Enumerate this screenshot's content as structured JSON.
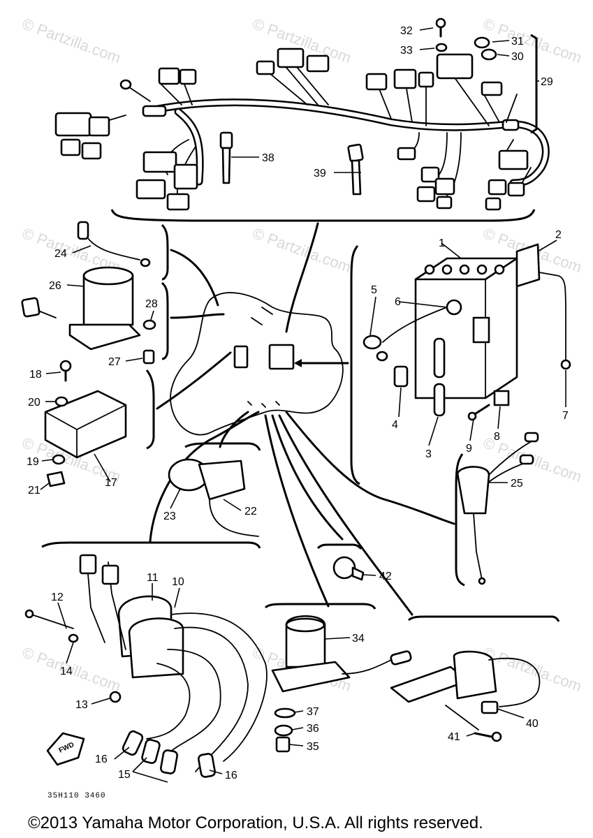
{
  "watermark": "© Partzilla.com",
  "drawing_code": "35H110 3460",
  "fwd_label": "FWD",
  "copyright": "©2013  Yamaha Motor Corporation, U.S.A. All rights reserved.",
  "part_numbers": [
    "1",
    "2",
    "3",
    "4",
    "5",
    "6",
    "7",
    "8",
    "9",
    "10",
    "11",
    "12",
    "13",
    "14",
    "15",
    "16",
    "16",
    "17",
    "18",
    "19",
    "20",
    "21",
    "22",
    "23",
    "24",
    "25",
    "26",
    "27",
    "28",
    "29",
    "30",
    "31",
    "32",
    "33",
    "34",
    "35",
    "36",
    "37",
    "38",
    "39",
    "40",
    "41",
    "42"
  ]
}
